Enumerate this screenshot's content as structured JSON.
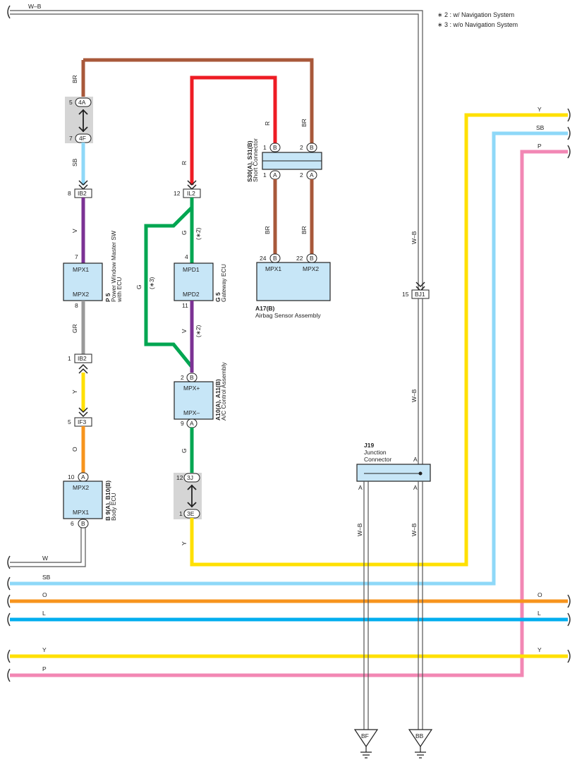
{
  "notes": {
    "note_2": "∗ 2 : w/ Navigation System",
    "note_3": "∗ 3 : w/o Navigation System"
  },
  "colors": {
    "BR": "#a8583a",
    "R": "#ee1c24",
    "SB": "#8ed8f8",
    "V": "#7b3294",
    "G": "#00a651",
    "GR": "#999999",
    "Y": "#ffe000",
    "O": "#f7941d",
    "L": "#00aeef",
    "P": "#f287b4",
    "W": "#ffffff",
    "W-B": "#ffffff",
    "box": "#c7e6f7",
    "gray_block": "#d5d5d5"
  },
  "wires": {
    "w_top": "W–B",
    "br_top": "BR",
    "sb_p5": "SB",
    "v_p5": "V",
    "gr_p5": "GR",
    "y_ib2": "Y",
    "o_if3": "O",
    "r_il2": "R",
    "g_g5": "G",
    "g_note": "(∗2)",
    "g_loop": "G",
    "g_loop_note": "(∗3)",
    "v_g5": "V",
    "v_note": "(∗2)",
    "g_a10": "G",
    "y_3e": "Y",
    "r_s30": "R",
    "br_s30": "BR",
    "br_a17_1": "BR",
    "br_a17_2": "BR",
    "wb_bj1_top": "W–B",
    "wb_bj1_mid": "W–B",
    "wb_j19_a1": "W–B",
    "wb_j19_a2": "W–B",
    "y_right": "Y",
    "sb_right": "SB",
    "p_right": "P",
    "w_bottom": "W",
    "sb_bottom": "SB",
    "o_bottom": "O",
    "o_bottom_r": "O",
    "l_bottom": "L",
    "l_bottom_r": "L",
    "y_bottom": "Y",
    "y_bottom_r": "Y",
    "p_bottom": "P"
  },
  "connectors": {
    "c_4a": "4A",
    "c_4a_pin": "5",
    "c_4f": "4F",
    "c_4f_pin": "7",
    "ib2_a": "IB2",
    "ib2_a_pin": "8",
    "ib2_b": "IB2",
    "ib2_b_pin": "1",
    "if3": "IF3",
    "if3_pin": "5",
    "il2": "IL2",
    "il2_pin": "12",
    "c_3j": "3J",
    "c_3j_pin": "12",
    "c_3e": "3E",
    "c_3e_pin": "1",
    "bj1": "BJ1",
    "bj1_pin": "15",
    "s30_b1": "B",
    "s30_b1_pin": "1",
    "s30_b2": "B",
    "s30_b2_pin": "2",
    "s30_a1": "A",
    "s30_a1_pin": "1",
    "s30_a2": "A",
    "s30_a2_pin": "2",
    "a17_b24": "B",
    "a17_b24_pin": "24",
    "a17_b22": "B",
    "a17_b22_pin": "22",
    "a10_b": "B",
    "a10_b_pin": "2",
    "a10_a": "A",
    "a10_a_pin": "9",
    "b9_a": "A",
    "b9_a_pin": "10",
    "b9_b": "B",
    "b9_b_pin": "6",
    "p5_pin7": "7",
    "p5_pin8": "8",
    "g5_pin4": "4",
    "g5_pin11": "11"
  },
  "components": {
    "p5": {
      "code": "P 5",
      "name1": "Power Window Master SW",
      "name2": "with ECU",
      "t1": "MPX1",
      "t2": "MPX2"
    },
    "g5": {
      "code": "G 5",
      "name1": "Gateway ECU",
      "t1": "MPD1",
      "t2": "MPD2"
    },
    "a10": {
      "code": "A10(A), A11(B)",
      "name1": "A/C Control Assembly",
      "t1": "MPX+",
      "t2": "MPX–"
    },
    "b9": {
      "code": "B 9(A), B10(B)",
      "name1": "Body ECU",
      "t1": "MPX2",
      "t2": "MPX1"
    },
    "a17": {
      "code": "A17(B)",
      "name1": "Airbag Sensor Assembly",
      "t1": "MPX1",
      "t2": "MPX2"
    },
    "s30": {
      "code": "S30(A), S31(B)",
      "name1": "Short Connector"
    },
    "j19": {
      "code": "J19",
      "name1": "Junction",
      "name2": "Connector",
      "pin_a_top": "A",
      "pin_a_l": "A",
      "pin_a_r": "A"
    }
  },
  "grounds": {
    "bf": "BF",
    "bb": "BB"
  }
}
